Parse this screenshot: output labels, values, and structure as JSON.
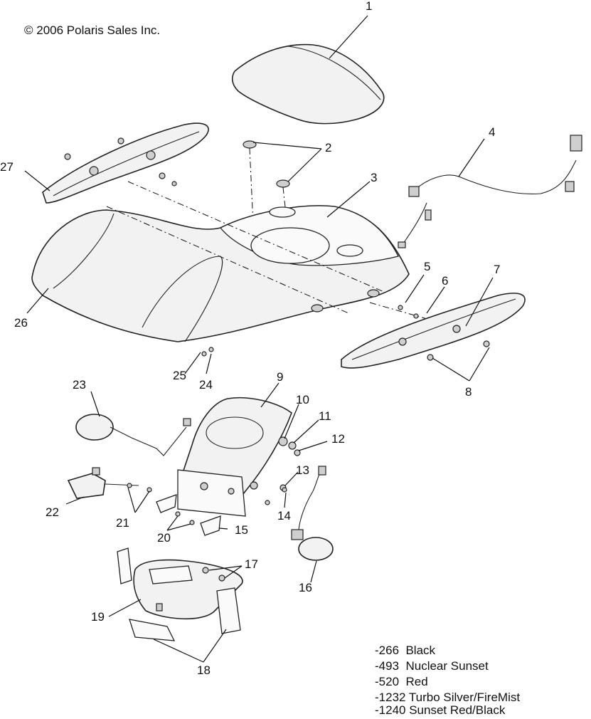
{
  "copyright": "© 2006 Polaris Sales Inc.",
  "callouts": [
    "1",
    "2",
    "3",
    "4",
    "5",
    "6",
    "7",
    "8",
    "9",
    "10",
    "11",
    "12",
    "13",
    "14",
    "15",
    "16",
    "17",
    "18",
    "19",
    "20",
    "21",
    "22",
    "23",
    "24",
    "25",
    "26",
    "27"
  ],
  "color_codes": [
    "-266  Black",
    "-493  Nuclear Sunset",
    "-520  Red",
    "-1232 Turbo Silver/FireMist",
    "-1240 Sunset Red/Black"
  ]
}
